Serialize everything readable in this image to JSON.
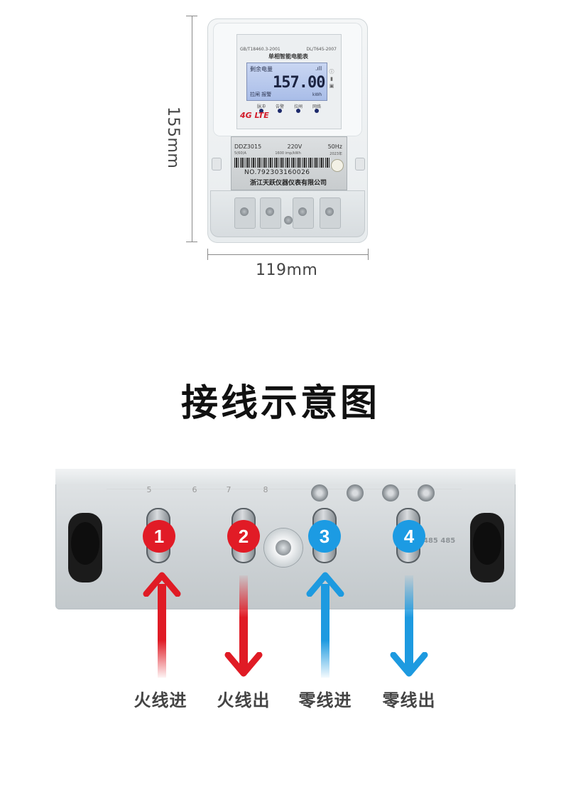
{
  "dimensions": {
    "height_label": "155mm",
    "width_label": "119mm"
  },
  "meter": {
    "std_left": "GB/T18460.3-2001",
    "std_right": "DL/T645-2007",
    "model_title": "单相智能电能表",
    "lcd_label": "剩余电量",
    "lcd_value": "157.00",
    "lcd_alarm": "拉闸 报警",
    "lcd_unit": "kWh",
    "lcd_signal": ".ıll",
    "led_labels": [
      "脉冲",
      "告警",
      "拉闸",
      "网络"
    ],
    "lte_badge": "4G LTE",
    "np_model": "DDZ3015",
    "np_voltage": "220V",
    "np_freq": "50Hz",
    "np_current": "5(60)A",
    "np_const": "1600 imp/kWh",
    "np_year": "2023年",
    "serial": "NO.792303160026",
    "manufacturer": "浙江天跃仪器仪表有限公司"
  },
  "title": "接线示意图",
  "closeup": {
    "terminal_numbers": [
      "5",
      "6",
      "7",
      "8"
    ],
    "badges": [
      {
        "number": "1",
        "color": "#e11b26"
      },
      {
        "number": "2",
        "color": "#e11b26"
      },
      {
        "number": "3",
        "color": "#1c9be3"
      },
      {
        "number": "4",
        "color": "#1c9be3"
      }
    ],
    "embossed_485": "485 485"
  },
  "labels": [
    "火线进",
    "火线出",
    "零线进",
    "零线出"
  ],
  "colors": {
    "live": "#e11b26",
    "neutral": "#1c9be3"
  }
}
